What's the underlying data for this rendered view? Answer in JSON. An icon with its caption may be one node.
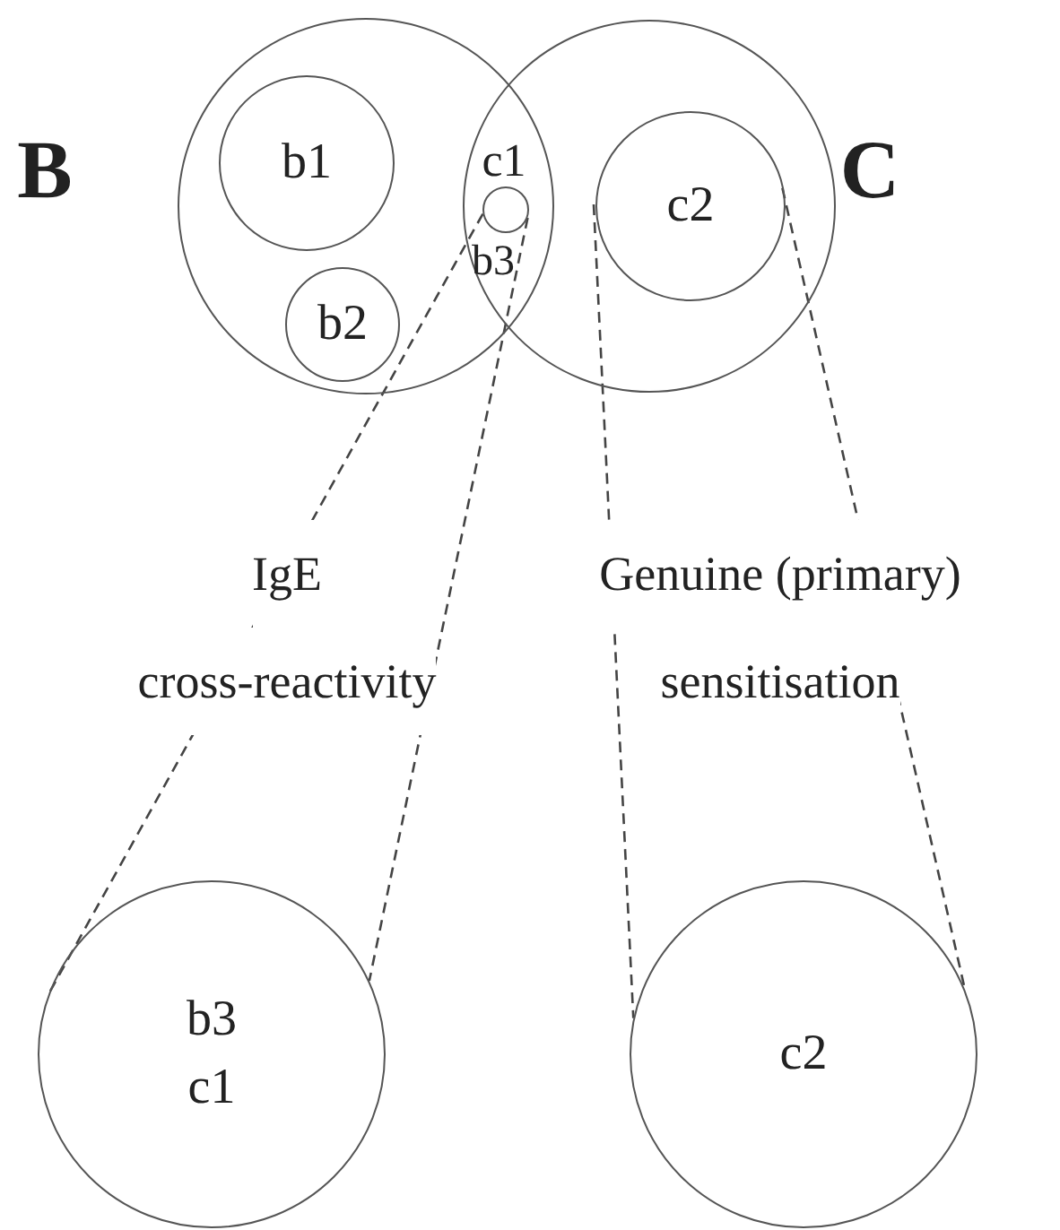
{
  "diagram": {
    "nodes": [
      {
        "text": [
          "B"
        ]
      },
      {
        "text": [
          "C"
        ]
      },
      {
        "text": [
          "b1"
        ],
        "in": 0
      },
      {
        "text": [
          "b2"
        ],
        "in": 0
      },
      {
        "text": [],
        "shape": "circle"
      },
      {
        "text": [
          "c2"
        ],
        "in": 1
      },
      {
        "text": [
          "b3",
          "c1"
        ]
      },
      {
        "text": [
          "c2"
        ]
      }
    ],
    "edges": [
      {
        "from": 4,
        "to": 6,
        "arrow": "none",
        "style": "dashed"
      },
      {
        "from": 4,
        "to": 6,
        "arrow": "none",
        "style": "dashed"
      },
      {
        "from": 5,
        "to": 7,
        "arrow": "none",
        "style": "dashed"
      },
      {
        "from": 5,
        "to": 7,
        "arrow": "none",
        "style": "dashed"
      }
    ],
    "labels": [
      "c1",
      "b3",
      "IgE",
      "cross-reactivity",
      "Genuine (primary)",
      "sensitisation"
    ]
  }
}
